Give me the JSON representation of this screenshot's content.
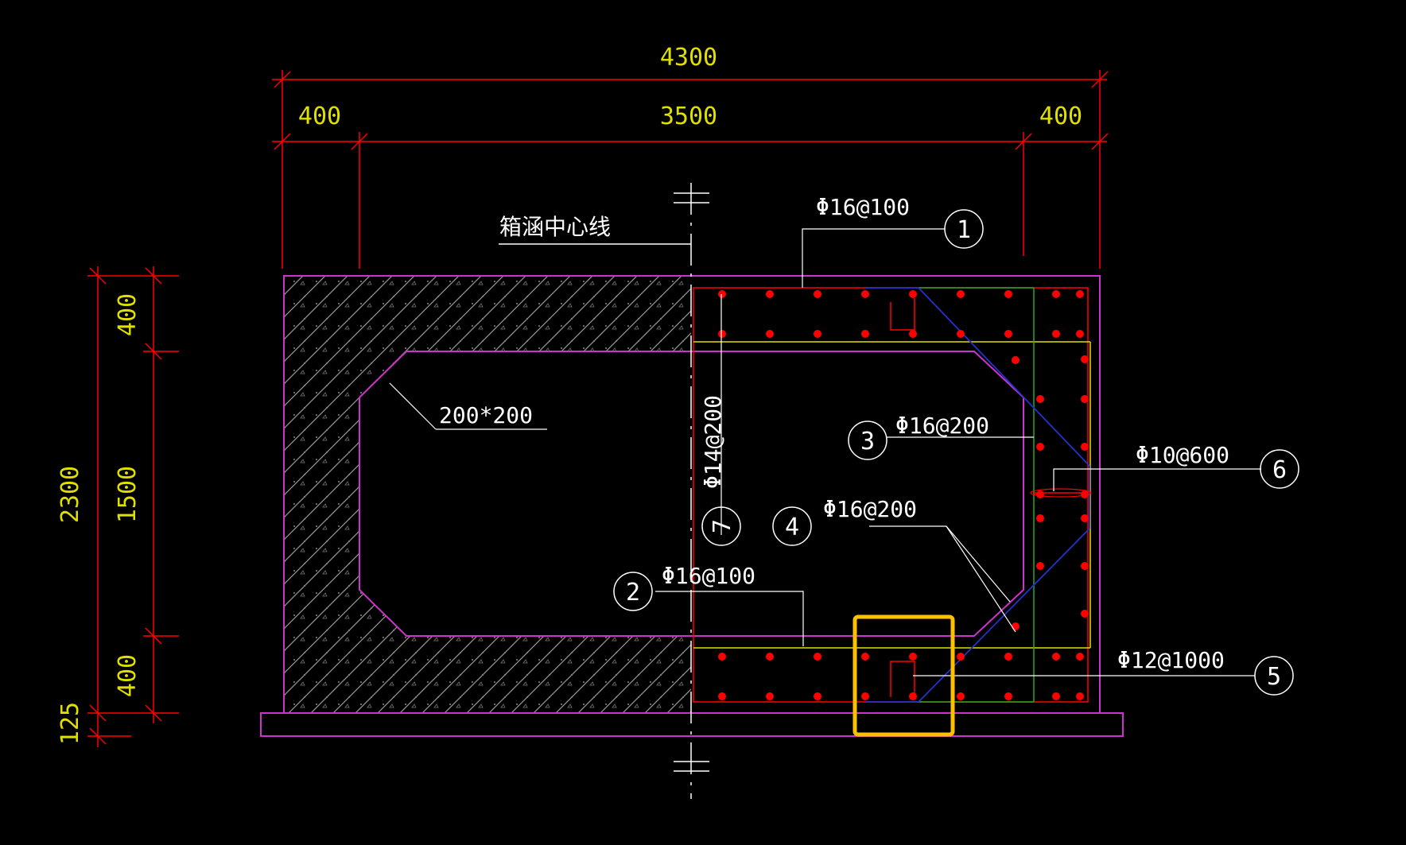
{
  "dimensions": {
    "total_width": "4300",
    "left_wall": "400",
    "inner_width": "3500",
    "right_wall": "400",
    "total_height": "2300",
    "top_slab": "400",
    "inner_height": "1500",
    "bottom_slab": "400",
    "base": "125"
  },
  "labels": {
    "centerline": "箱涵中心线",
    "chamfer": "200*200",
    "rebar1": "Φ16@100",
    "rebar2": "Φ16@100",
    "rebar3": "Φ16@200",
    "rebar4": "Φ16@200",
    "rebar5": "Φ12@1000",
    "rebar6": "Φ10@600",
    "rebar7": "Φ14@200"
  },
  "markers": {
    "m1": "1",
    "m2": "2",
    "m3": "3",
    "m4": "4",
    "m5": "5",
    "m6": "6",
    "m7": "7"
  },
  "colors": {
    "dimension_line": "#ff0000",
    "dimension_text": "#e0e000",
    "concrete_outline": "#cc33cc",
    "rebar_point": "#ff0000",
    "stirrup": "#2233cc",
    "inner_line": "#e0e000",
    "distribution_bar": "#22aa22",
    "highlight": "#ffc000",
    "text": "#ffffff"
  }
}
